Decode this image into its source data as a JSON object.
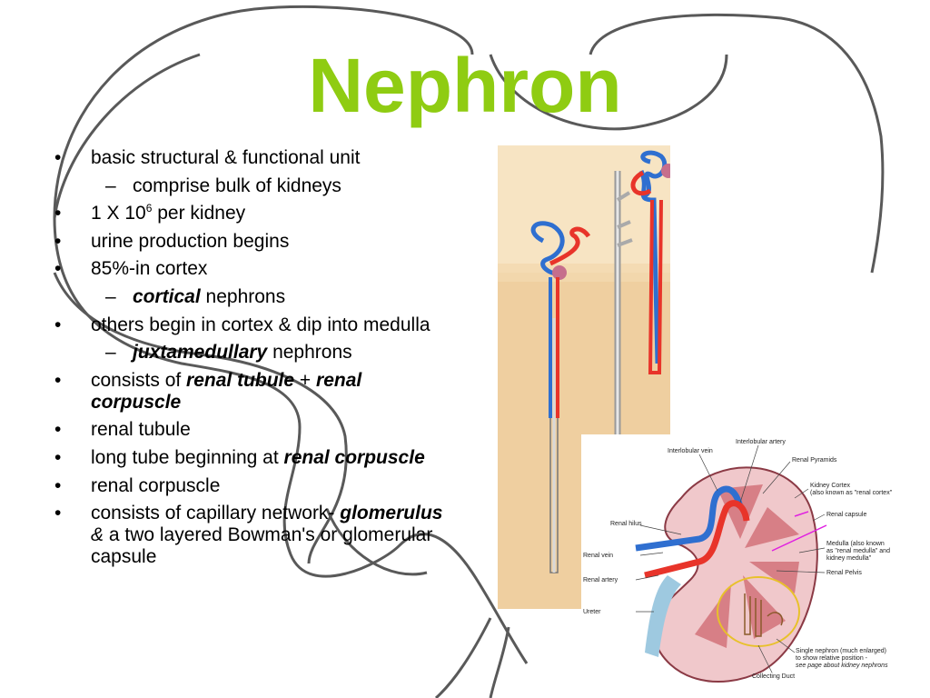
{
  "title": "Nephron",
  "bullets": [
    {
      "level": 1,
      "marker": "•",
      "parts": [
        {
          "t": "basic structural & functional unit",
          "s": "n"
        }
      ]
    },
    {
      "level": 2,
      "marker": "–",
      "parts": [
        {
          "t": "comprise bulk of kidneys",
          "s": "n"
        }
      ]
    },
    {
      "level": 1,
      "marker": "•",
      "parts": [
        {
          "t": "1 X 10",
          "s": "n"
        },
        {
          "t": "6",
          "s": "sup"
        },
        {
          "t": " per kidney",
          "s": "n"
        }
      ]
    },
    {
      "level": 1,
      "marker": "•",
      "parts": [
        {
          "t": "urine production begins",
          "s": "n"
        }
      ]
    },
    {
      "level": 1,
      "marker": "•",
      "parts": [
        {
          "t": " 85%-in cortex",
          "s": "n"
        }
      ]
    },
    {
      "level": 2,
      "marker": "–",
      "parts": [
        {
          "t": "cortical",
          "s": "bi"
        },
        {
          "t": " nephrons",
          "s": "n"
        }
      ]
    },
    {
      "level": 1,
      "marker": "•",
      "parts": [
        {
          "t": "others begin in cortex & dip into medulla",
          "s": "n"
        }
      ]
    },
    {
      "level": 2,
      "marker": "–",
      "parts": [
        {
          "t": "juxtamedullary",
          "s": "bi"
        },
        {
          "t": " nephrons",
          "s": "n"
        }
      ]
    },
    {
      "level": 1,
      "marker": "•",
      "parts": [
        {
          "t": "consists of ",
          "s": "n"
        },
        {
          "t": "renal tubule",
          "s": "bi"
        },
        {
          "t": " + ",
          "s": "n"
        },
        {
          "t": "renal corpuscle",
          "s": "bi"
        }
      ]
    },
    {
      "level": 1,
      "marker": "•",
      "parts": [
        {
          "t": "renal tubule",
          "s": "n"
        }
      ]
    },
    {
      "level": 1,
      "marker": "•",
      "parts": [
        {
          "t": "long tube beginning at ",
          "s": "n"
        },
        {
          "t": "renal corpuscle",
          "s": "bi"
        }
      ]
    },
    {
      "level": 1,
      "marker": "•",
      "parts": [
        {
          "t": "renal corpuscle",
          "s": "n"
        }
      ]
    },
    {
      "level": 1,
      "marker": "•",
      "parts": [
        {
          "t": "consists of capillary network- ",
          "s": "n"
        },
        {
          "t": "glomerulus",
          "s": "bi"
        },
        {
          "t": " & ",
          "s": "i"
        },
        {
          "t": "a two layered Bowman's or glomerular capsule",
          "s": "n"
        }
      ]
    }
  ],
  "kidney_diagram": {
    "labels": {
      "interlobular_artery": "Interlobular artery",
      "interlobular_vein": "Interlobular vein",
      "renal_pyramids": "Renal Pyramids",
      "kidney_cortex": "Kidney Cortex",
      "kidney_cortex_note": "(also known as \"renal cortex\"",
      "renal_capsule": "Renal capsule",
      "medulla": "Medulla (also known",
      "medulla_note1": "as \"renal medulla\" and",
      "medulla_note2": "kidney medulla\"",
      "renal_hilus": "Renal hilus",
      "renal_vein": "Renal vein",
      "renal_artery": "Renal artery",
      "renal_pelvis": "Renal Pelvis",
      "ureter": "Ureter",
      "single_nephron1": "Single nephron (much enlarged)",
      "single_nephron2": "to show relative position -",
      "single_nephron3": "see page about kidney nephrons",
      "collecting_duct": "Collecting Duct"
    }
  },
  "colors": {
    "title": "#8fcc12",
    "artery": "#e8342a",
    "vein": "#2f6fd0",
    "cortex": "#f7e4c3",
    "medulla": "#efcfa0",
    "kidney": "#e9b3b6"
  }
}
